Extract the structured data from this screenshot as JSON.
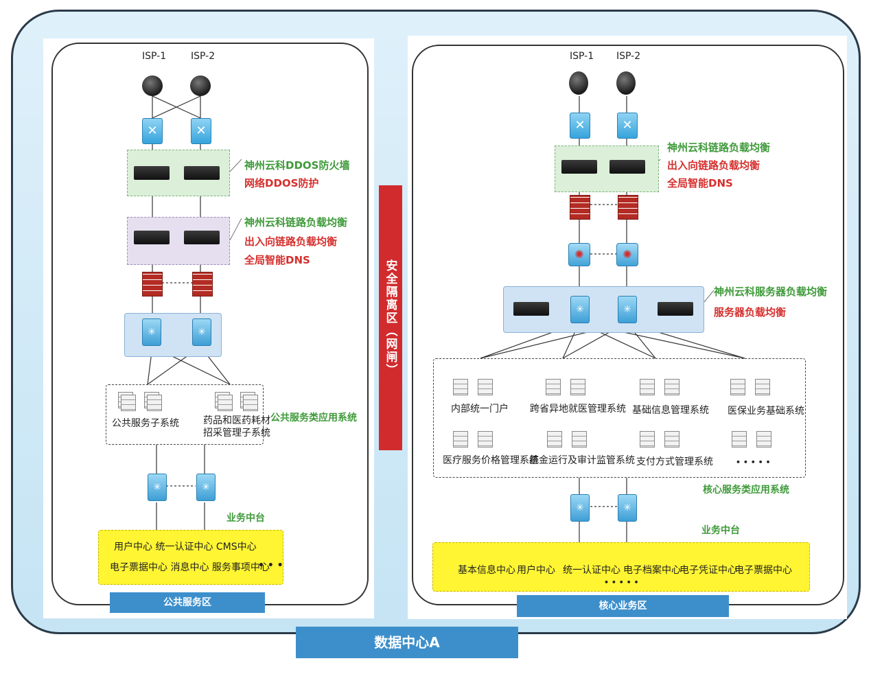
{
  "datacenter": {
    "title": "数据中心A",
    "security_zone": "安全隔离区（网闸）"
  },
  "left": {
    "zone_name": "公共服务区",
    "isp": [
      "ISP-1",
      "ISP-2"
    ],
    "ddos": {
      "title": "神州云科DDOS防火墙",
      "subtitle": "网络DDOS防护"
    },
    "lb": {
      "title": "神州云科链路负载均衡",
      "line1": "出入向链路负载均衡",
      "line2": "全局智能DNS"
    },
    "apps": {
      "caption": "公共服务类应用系统",
      "items": [
        "公共服务子系统",
        "药品和医药耗材",
        "招采管理子系统"
      ]
    },
    "middle": {
      "caption": "业务中台",
      "row1": "用户中心 统一认证中心 CMS中心",
      "row2": "电子票据中心 消息中心 服务事项中心",
      "more": "• • •"
    }
  },
  "right": {
    "zone_name": "核心业务区",
    "isp": [
      "ISP-1",
      "ISP-2"
    ],
    "lb": {
      "title": "神州云科链路负载均衡",
      "line1": "出入向链路负载均衡",
      "line2": "全局智能DNS"
    },
    "slb": {
      "title": "神州云科服务器负载均衡",
      "subtitle": "服务器负载均衡"
    },
    "apps": {
      "caption": "核心服务类应用系统",
      "items": [
        "内部统一门户",
        "跨省异地就医管理系统",
        "基础信息管理系统",
        "医保业务基础系统",
        "医疗服务价格管理系统",
        "基金运行及审计监管系统",
        "支付方式管理系统",
        "• • • • •"
      ]
    },
    "middle": {
      "caption": "业务中台",
      "items": [
        "基本信息中心",
        "用户中心",
        "统一认证中心",
        "电子档案中心",
        "电子凭证中心",
        "电子票据中心"
      ],
      "more": "• • • • •"
    }
  },
  "colors": {
    "green": "#3f9a3a",
    "red": "#d5302e",
    "bar": "#3d8fcb",
    "yellow": "#fff532"
  }
}
